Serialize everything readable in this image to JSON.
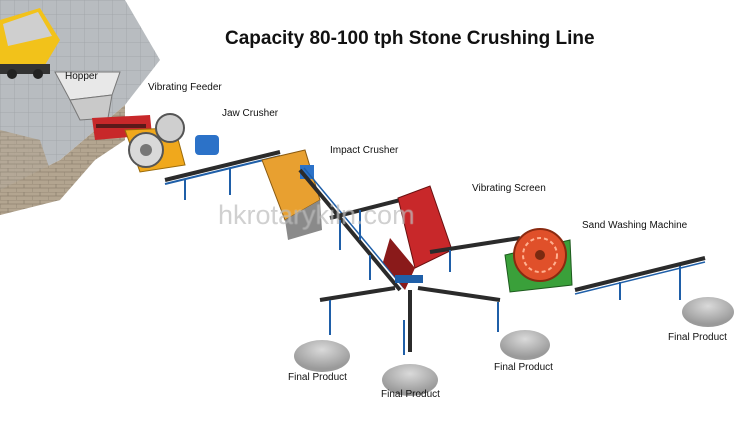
{
  "title": "Capacity 80-100 tph Stone Crushing Line",
  "watermark": "hkrotarykiln.com",
  "labels": {
    "hopper": "Hopper",
    "vibrating_feeder": "Vibrating Feeder",
    "jaw_crusher": "Jaw Crusher",
    "impact_crusher": "Impact Crusher",
    "vibrating_screen": "Vibrating Screen",
    "sand_washing_machine": "Sand Washing Machine",
    "final_product": "Final Product"
  },
  "colors": {
    "conveyor_frame": "#1f5fa8",
    "belt": "#2b2b2b",
    "jaw_crusher": "#f0a81c",
    "impact_crusher": "#e8a030",
    "vibrating_screen": "#c8282a",
    "sand_washer_wheel": "#e0502a",
    "sand_washer_tank": "#3aa03a",
    "stone_wall": "#a89a88",
    "product_pile": "#b8b8b8",
    "truck": "#f2c21a"
  }
}
